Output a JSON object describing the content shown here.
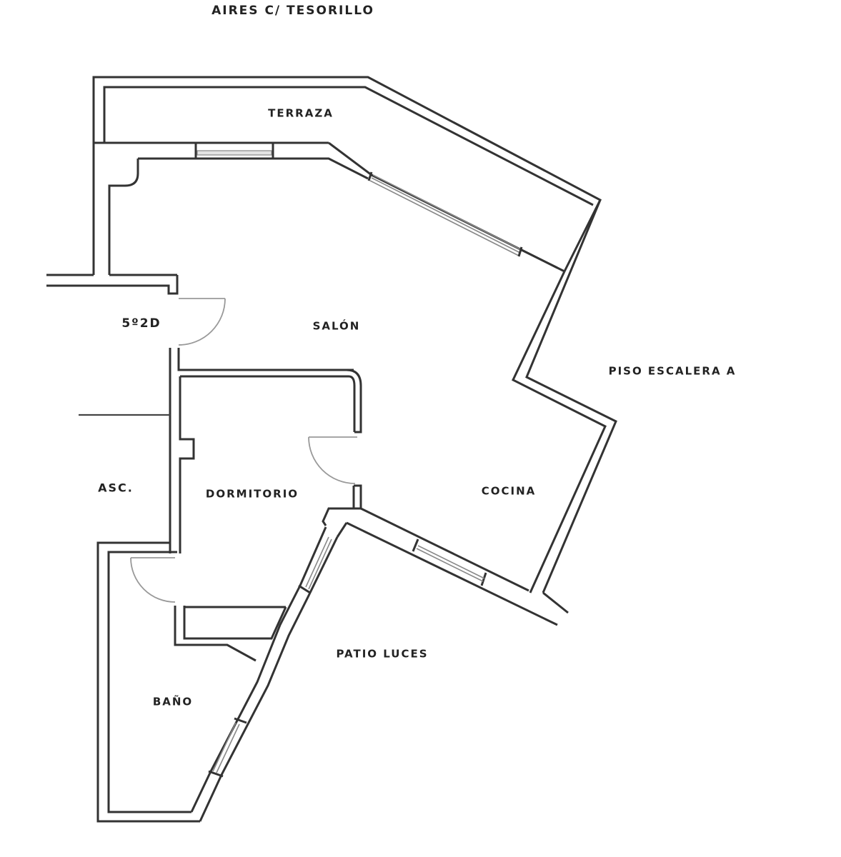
{
  "plan": {
    "title": "AIRES C/ TESORILLO",
    "rooms": {
      "terraza": "TERRAZA",
      "salon": "SALÓN",
      "dormitorio": "DORMITORIO",
      "cocina": "COCINA",
      "bano": "BAÑO"
    },
    "surroundings": {
      "unit": "5º2D",
      "ascensor": "ASC.",
      "neighbor": "PISO ESCALERA A",
      "patio": "PATIO LUCES"
    },
    "colors": {
      "background": "#ffffff",
      "wall": "#333333",
      "window": "#888888",
      "door": "#999999",
      "text": "#222222"
    }
  }
}
